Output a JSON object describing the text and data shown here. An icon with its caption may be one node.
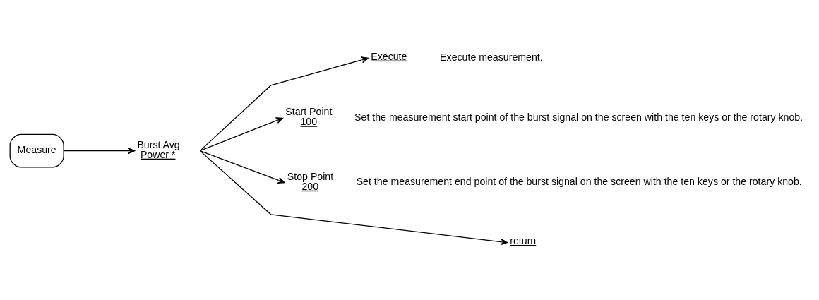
{
  "diagram": {
    "nodes": [
      {
        "text": [
          "Measure"
        ]
      },
      {
        "text": [
          "Burst Avg",
          "Power *"
        ]
      },
      {
        "text": [
          "Execute"
        ],
        "beside": [
          "Execute measurement."
        ]
      },
      {
        "text": [
          "Start Point",
          "100"
        ],
        "beside": [
          "Set the measurement start point of the burst signal on the screen with the ten keys or the rotary knob."
        ]
      },
      {
        "text": [
          "Stop Point",
          "200"
        ],
        "beside": [
          "Set the measurement end point of the burst signal on the screen with the ten keys or the rotary knob."
        ]
      },
      {
        "text": [
          "return"
        ]
      }
    ],
    "edges": [
      {
        "from": 0,
        "to": 1,
        "arrow": "to"
      },
      {
        "from": 1,
        "to": 2,
        "arrow": "to"
      },
      {
        "from": 1,
        "to": 3,
        "arrow": "to"
      },
      {
        "from": 1,
        "to": 4,
        "arrow": "to"
      },
      {
        "from": 1,
        "to": 5,
        "arrow": "to"
      }
    ]
  }
}
